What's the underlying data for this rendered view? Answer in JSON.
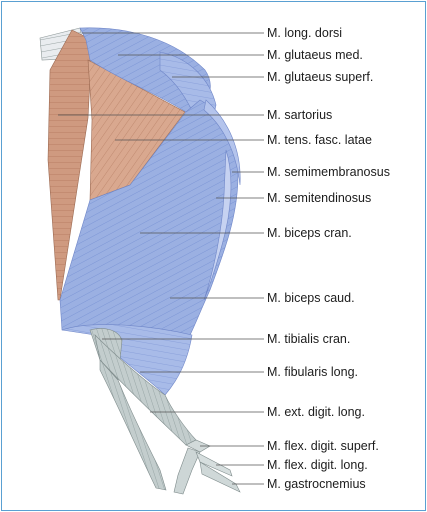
{
  "labels": [
    "M. long. dorsi",
    "M. glutaeus med.",
    "M. glutaeus superf.",
    "M. sartorius",
    "M. tens. fasc. latae",
    "M. semimembranosus",
    "M. semitendinosus",
    "M. biceps cran.",
    "M. biceps caud.",
    "M. tibialis cran.",
    "M. fibularis long.",
    "M. ext. digit. long.",
    "M. flex. digit. superf.",
    "M. flex. digit. long.",
    "M. gastrocnemius"
  ],
  "colors": {
    "frame": "#5aa0d2",
    "muscle_blue": "#8fa6de",
    "muscle_blue_light": "#b9c8ee",
    "muscle_brown": "#c98f73",
    "muscle_brown_light": "#dcae96",
    "tendon_gray": "#b8c4c4",
    "leader_line": "#555555"
  }
}
